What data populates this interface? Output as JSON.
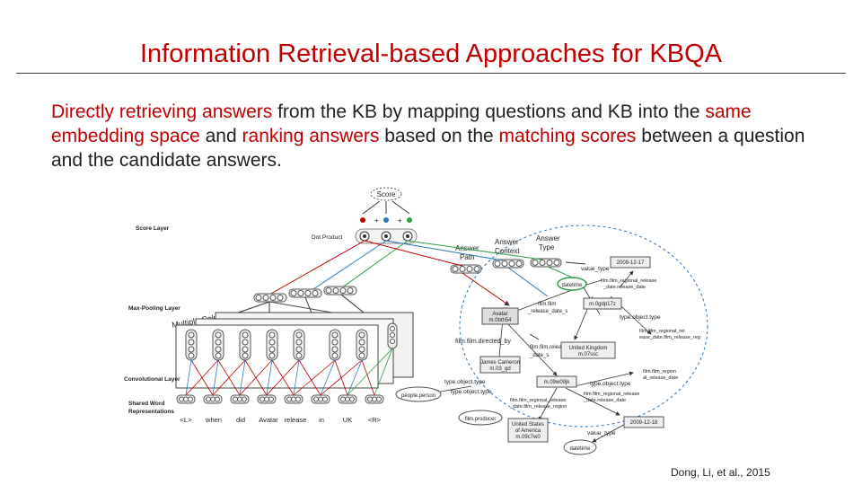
{
  "slide": {
    "title": "Information Retrieval-based Approaches for KBQA",
    "body_segments": [
      {
        "text": "Directly retrieving answers",
        "red": true
      },
      {
        "text": " from the KB by mapping questions and KB into the ",
        "red": false
      },
      {
        "text": "same embedding space",
        "red": true
      },
      {
        "text": " and ",
        "red": false
      },
      {
        "text": "ranking answers",
        "red": true
      },
      {
        "text": " based on the ",
        "red": false
      },
      {
        "text": "matching scores",
        "red": true
      },
      {
        "text": " between a question and the candidate answers.",
        "red": false
      }
    ],
    "citation": "Dong, Li, et al., 2015"
  },
  "figure": {
    "score": "Score",
    "score_layer": "Score Layer",
    "dot_product": "Dot Product",
    "answer_path": [
      "Answer",
      "Path"
    ],
    "answer_context": [
      "Answer",
      "Context"
    ],
    "answer_type": [
      "Answer",
      "Type"
    ],
    "max_pooling_layer": "Max-Pooling Layer",
    "multiple_columns": "Multiple Columns",
    "convolutional_layer": "Convolutional Layer",
    "shared_word": [
      "Shared Word",
      "Representations"
    ],
    "words": [
      "<L>",
      "when",
      "did",
      "Avatar",
      "release",
      "in",
      "UK",
      "<R>"
    ],
    "kb": {
      "date1": "2009-12-17",
      "value_type_1": "value_type",
      "datetime_1": "datetime",
      "regional_release": [
        "film.film_regional_release",
        "_date.release_date"
      ],
      "m0gdp": "m.0gdp17z",
      "type_object_type_1": "type.object.type",
      "film_release_date_s_1": [
        "film.film",
        "_release_date_s"
      ],
      "avatar": [
        "Avatar",
        "m.0bth54"
      ],
      "film_regional_release_date_film_release_region_1": [
        "film.film_regional_rel",
        "ease_date.film_release_reg"
      ],
      "film_directed_by": "film.film.directed_by",
      "film_release_date_s_2": [
        "film.film.release",
        "_date_s"
      ],
      "uk": [
        "United Kingdom",
        "m.07ssc"
      ],
      "james": [
        "James Cameron",
        "m.03_gd"
      ],
      "type_object_type_2": "type.object.type",
      "type_object_type_3": "type.object.type",
      "type_object_type_4": "type.object.type",
      "person": "people.person",
      "m09w": "m.09w09jk",
      "film_regional_release_region_2": [
        "film.film_regional_release",
        "_date.film_release_region"
      ],
      "film_regional_release_date_2": [
        "film.film_regional_release",
        "_date.release_date"
      ],
      "film_region": [
        "film.film_region",
        "al_release_date"
      ],
      "film_producer": "film.producer",
      "usa": [
        "United States",
        "of America",
        "m.09c7w0"
      ],
      "date2": "2009-12-18",
      "value_type_2": "value_type",
      "datetime_2": "datetime"
    }
  }
}
